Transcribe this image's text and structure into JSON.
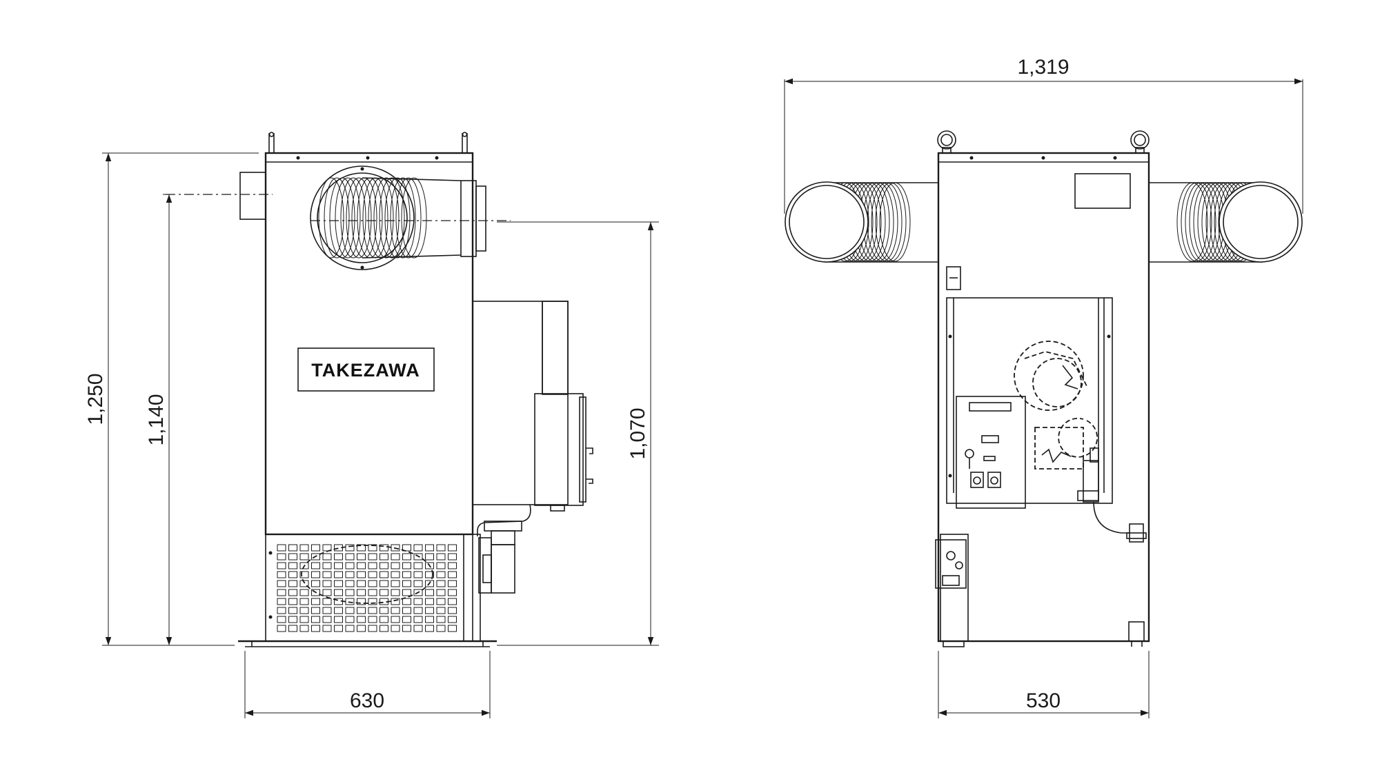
{
  "brand": "TAKEZAWA",
  "side_view": {
    "height_total": "1,250",
    "height_outlet": "1,140",
    "height_burner": "1,070",
    "depth": "630"
  },
  "rear_view": {
    "width_with_ducts": "1,319",
    "width_body": "530"
  },
  "colors": {
    "line": "#1a1a1a",
    "background": "#ffffff"
  }
}
